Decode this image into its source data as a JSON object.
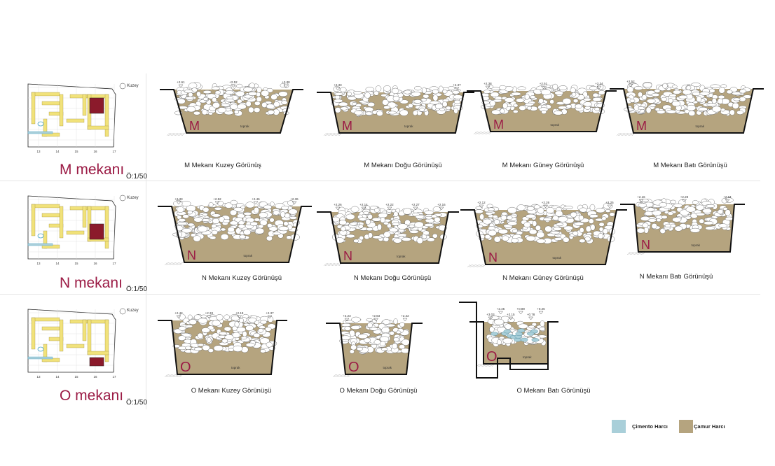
{
  "rows": [
    {
      "title": "M mekanı",
      "scale": "Ö:1/50",
      "north": "Kuzey",
      "letter": "M",
      "views": [
        {
          "caption": "M Mekanı Kuzey Görünüş",
          "elevations": [
            "+2.61",
            "+2.52",
            "+2.38"
          ]
        },
        {
          "caption": "M  Mekanı Doğu Görünüşü",
          "elevations": [
            "+2.33",
            "+2.37"
          ]
        },
        {
          "caption": "M  Mekanı Güney Görünüşü",
          "elevations": [
            "+2.38",
            "+2.51",
            "+2.34"
          ]
        },
        {
          "caption": "M Mekanı Batı Görünüşü",
          "elevations": [
            "+2.52"
          ]
        }
      ]
    },
    {
      "title": "N mekanı",
      "scale": "Ö:1/50",
      "north": "Kuzey",
      "letter": "N",
      "views": [
        {
          "caption": "N Mekanı Kuzey Görünüşü",
          "elevations": [
            "+2.33",
            "+2.52",
            "+2.46",
            "+2.36"
          ]
        },
        {
          "caption": "N Mekanı Doğu Görünüşü",
          "elevations": [
            "+2.26",
            "+2.14",
            "+2.22",
            "+2.27",
            "+2.16"
          ]
        },
        {
          "caption": "N Mekanı Güney Görünüşü",
          "elevations": [
            "+2.12",
            "+2.26",
            "+2.25"
          ]
        },
        {
          "caption": "N Mekanı Batı Görünüşü",
          "elevations": [
            "+2.16",
            "+2.28",
            "+2.64"
          ]
        }
      ]
    },
    {
      "title": "O mekanı",
      "scale": "Ö:1/50",
      "north": "Kuzey",
      "letter": "O",
      "views": [
        {
          "caption": "O Mekanı Kuzey Görünüşü",
          "elevations": [
            "+2.42",
            "+2.33",
            "+2.18",
            "+2.37"
          ]
        },
        {
          "caption": "O Mekanı Doğu Görünüşü",
          "elevations": [
            "+2.23",
            "+2.63",
            "+2.22"
          ]
        },
        {
          "caption": "O Mekanı Batı Görünüşü",
          "elevations": [
            "+3.03",
            "+2.45",
            "+2.15",
            "+0.89",
            "+0.78",
            "+0.26"
          ]
        }
      ]
    }
  ],
  "soil_label": "toprak",
  "map_grid": [
    "13",
    "14",
    "15",
    "16",
    "17"
  ],
  "legend": [
    {
      "label": "Çimento Harcı",
      "color": "#a9cfd9"
    },
    {
      "label": "Çamur Harcı",
      "color": "#b5a47f"
    }
  ],
  "colors": {
    "accent": "#9b1b45",
    "mud": "#b5a47f",
    "cement": "#a9cfd9",
    "plan": "#f1e27a"
  }
}
